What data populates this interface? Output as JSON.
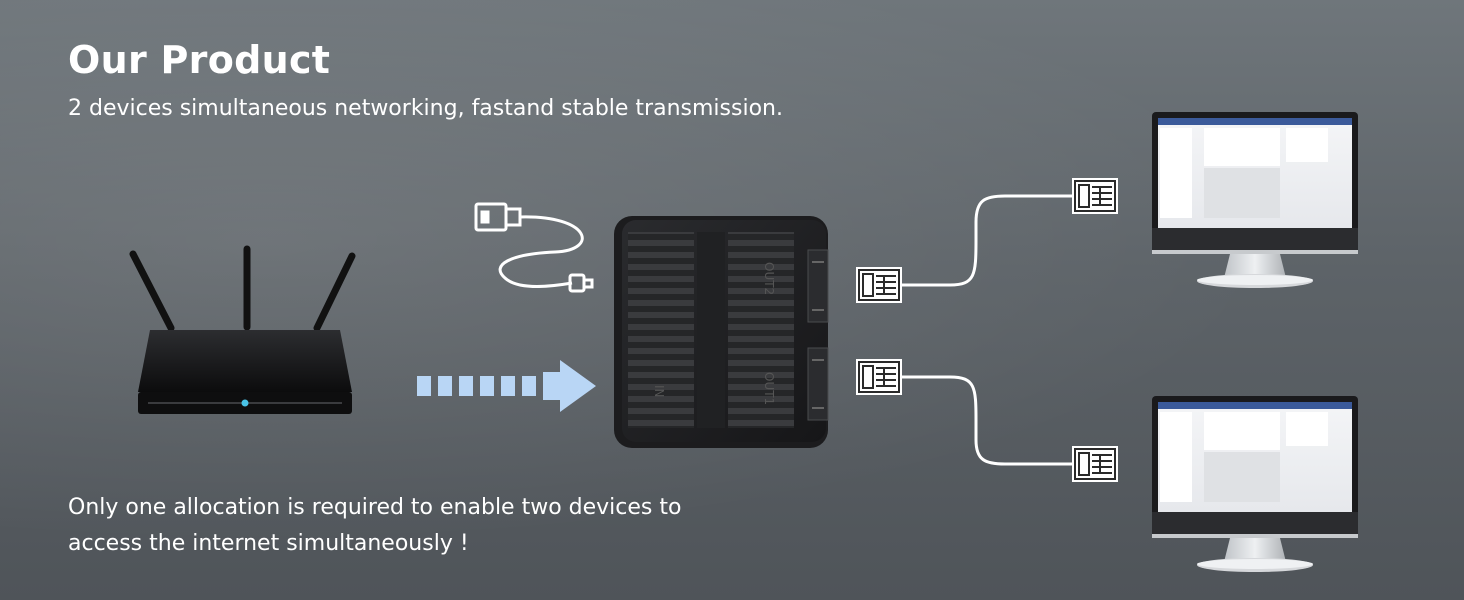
{
  "header": {
    "title": "Our Product",
    "subtitle": "2 devices simultaneous networking, fastand stable transmission."
  },
  "footer": {
    "line1": "Only one allocation is required to enable two devices to",
    "line2": "access the internet simultaneously !"
  },
  "splitter": {
    "port_in_label": "IN",
    "port_out1_label": "OUT1",
    "port_out2_label": "OUT2"
  },
  "colors": {
    "background": "#62686d",
    "arrow": "#b9d6f5",
    "device": "#1f1f21",
    "cable": "#ffffff"
  },
  "icons": {
    "router": "router-icon",
    "usb_cable": "usb-cable-icon",
    "arrow": "flow-arrow-icon",
    "connector": "rj45-connector-icon",
    "monitor": "monitor-icon"
  }
}
